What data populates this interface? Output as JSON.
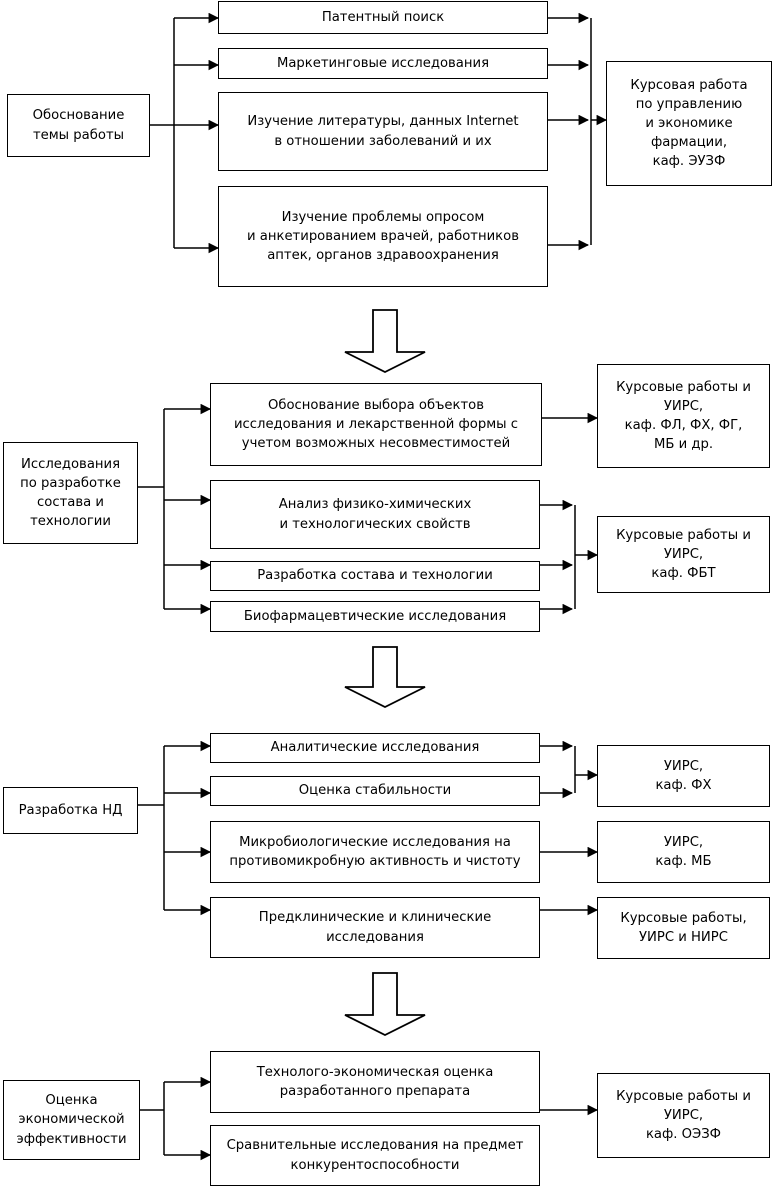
{
  "sections": [
    {
      "left": "Обоснование\nтемы работы",
      "tasks": [
        "Патентный поиск",
        "Маркетинговые исследования",
        "Изучение литературы, данных Internet\nв отношении заболеваний и их",
        "Изучение проблемы опросом\nи анкетированием врачей, работников\nаптек, органов здравоохранения"
      ],
      "outputs": [
        "Курсовая работа\nпо управлению\nи экономике\nфармации,\nкаф. ЭУЗФ"
      ]
    },
    {
      "left": "Исследования\nпо разработке\nсостава и\nтехнологии",
      "tasks": [
        "Обоснование выбора объектов\nисследования и лекарственной формы с\nучетом возможных несовместимостей",
        "Анализ физико-химических\nи технологических свойств",
        "Разработка состава и технологии",
        "Биофармацевтические исследования"
      ],
      "outputs": [
        "Курсовые работы и\nУИРС,\nкаф. ФЛ, ФХ, ФГ,\nМБ и др.",
        "Курсовые работы и\nУИРС,\nкаф. ФБТ"
      ]
    },
    {
      "left": "Разработка НД",
      "tasks": [
        "Аналитические исследования",
        "Оценка стабильности",
        "Микробиологические исследования на\nпротивомикробную активность и чистоту",
        "Предклинические и клинические\nисследования"
      ],
      "outputs": [
        "УИРС,\nкаф. ФХ",
        "УИРС,\nкаф. МБ",
        "Курсовые работы,\nУИРС и НИРС"
      ]
    },
    {
      "left": "Оценка\nэкономической\nэффективности",
      "tasks": [
        "Технолого-экономическая оценка\nразработанного препарата",
        "Сравнительные исследования на предмет\nконкурентоспособности"
      ],
      "outputs": [
        "Курсовые работы и\nУИРС,\nкаф. ОЭЗФ"
      ]
    }
  ]
}
